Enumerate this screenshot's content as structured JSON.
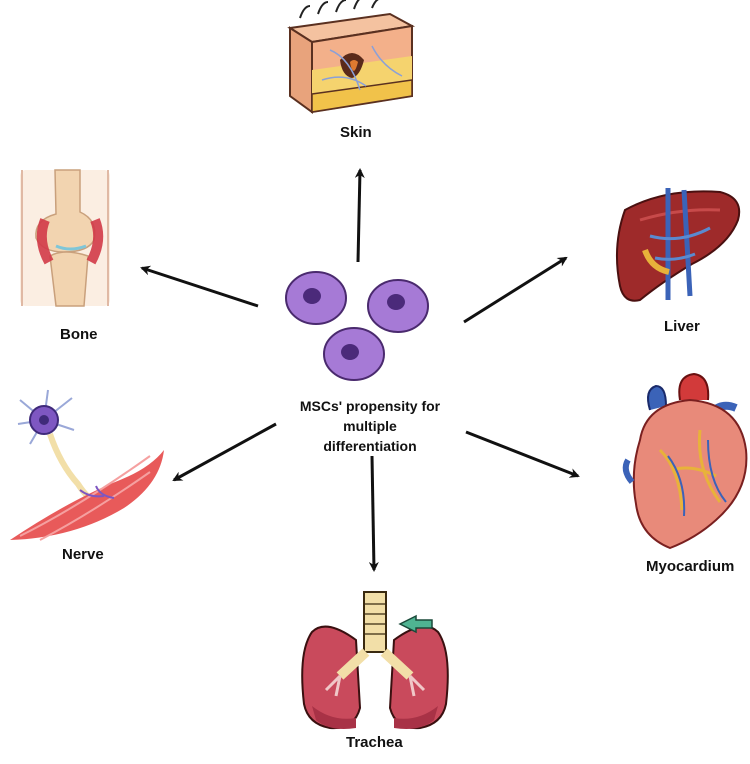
{
  "diagram": {
    "center": {
      "lines": [
        "MSCs' propensity for",
        "multiple",
        "differentiation"
      ]
    },
    "targets": {
      "skin": "Skin",
      "liver": "Liver",
      "bone": "Bone",
      "myocardium": "Myocardium",
      "nerve": "Nerve",
      "trachea": "Trachea"
    },
    "colors": {
      "arrow": "#111111",
      "cell_body": "#a67ad6",
      "cell_outline": "#4a2a6e",
      "cell_nucleus": "#4b2a7a",
      "tissue_red": "#c9394a",
      "lung_pink": "#c94a5c",
      "trachea_cream": "#f2dfa8",
      "pointer_green": "#4fb392"
    }
  }
}
